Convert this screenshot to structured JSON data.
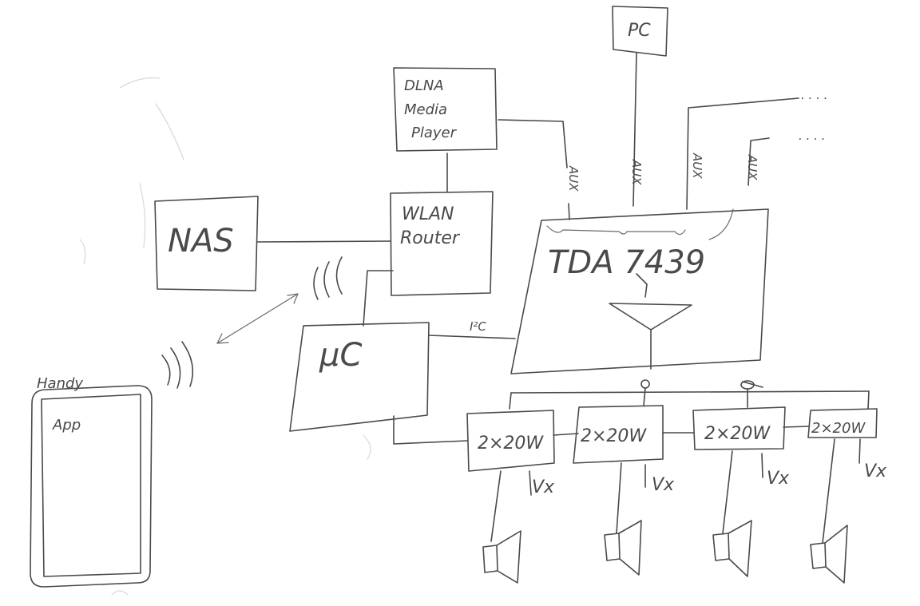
{
  "boxes": {
    "pc": "PC",
    "dlna": [
      "DLNA",
      "Media",
      "Player"
    ],
    "nas": "NAS",
    "wlan": [
      "WLAN",
      "Router"
    ],
    "tda": "TDA 7439",
    "uc": "µC",
    "handy": "Handy",
    "app": "App"
  },
  "labels": {
    "aux": "AUX",
    "i2c": "I²C",
    "dots": ". . . ."
  },
  "amplifiers": [
    {
      "label": "2×20W",
      "supply": "Vx"
    },
    {
      "label": "2×20W",
      "supply": "Vx"
    },
    {
      "label": "2×20W",
      "supply": "Vx"
    },
    {
      "label": "2×20W",
      "supply": "Vx"
    }
  ]
}
